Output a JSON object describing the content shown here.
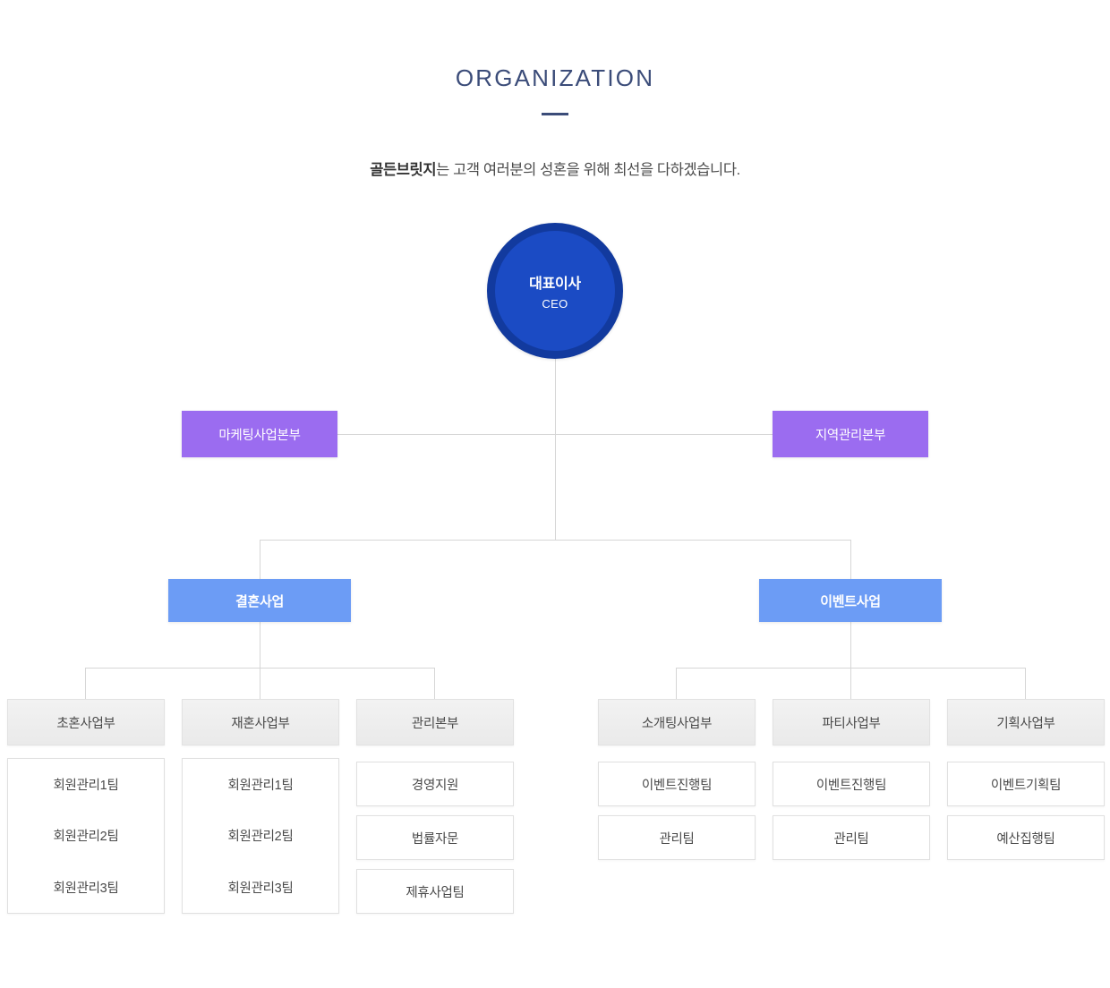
{
  "header": {
    "title": "ORGANIZATION",
    "subtitle_strong": "골든브릿지",
    "subtitle_rest": "는 고객 여러분의 성혼을 위해 최선을 다하겠습니다."
  },
  "colors": {
    "title": "#3b4c79",
    "ceo_fill": "#1b4bc4",
    "ceo_ring": "#123a9e",
    "division_purple": "#9b6cf0",
    "business_blue": "#6c9cf5",
    "department_gray": "#eeeeee",
    "connector_line": "#d6d6d6"
  },
  "ceo": {
    "name": "대표이사",
    "role": "CEO"
  },
  "divisions": [
    {
      "label": "마케팅사업본부"
    },
    {
      "label": "지역관리본부"
    }
  ],
  "businesses": [
    {
      "label": "결혼사업",
      "departments": [
        {
          "label": "초혼사업부",
          "grouped": true,
          "teams": [
            "회원관리1팀",
            "회원관리2팀",
            "회원관리3팀"
          ]
        },
        {
          "label": "재혼사업부",
          "grouped": true,
          "teams": [
            "회원관리1팀",
            "회원관리2팀",
            "회원관리3팀"
          ]
        },
        {
          "label": "관리본부",
          "grouped": false,
          "teams": [
            "경영지원",
            "법률자문",
            "제휴사업팀"
          ]
        }
      ]
    },
    {
      "label": "이벤트사업",
      "departments": [
        {
          "label": "소개팅사업부",
          "grouped": false,
          "teams": [
            "이벤트진행팀",
            "관리팀"
          ]
        },
        {
          "label": "파티사업부",
          "grouped": false,
          "teams": [
            "이벤트진행팀",
            "관리팀"
          ]
        },
        {
          "label": "기획사업부",
          "grouped": false,
          "teams": [
            "이벤트기획팀",
            "예산집행팀"
          ]
        }
      ]
    }
  ]
}
